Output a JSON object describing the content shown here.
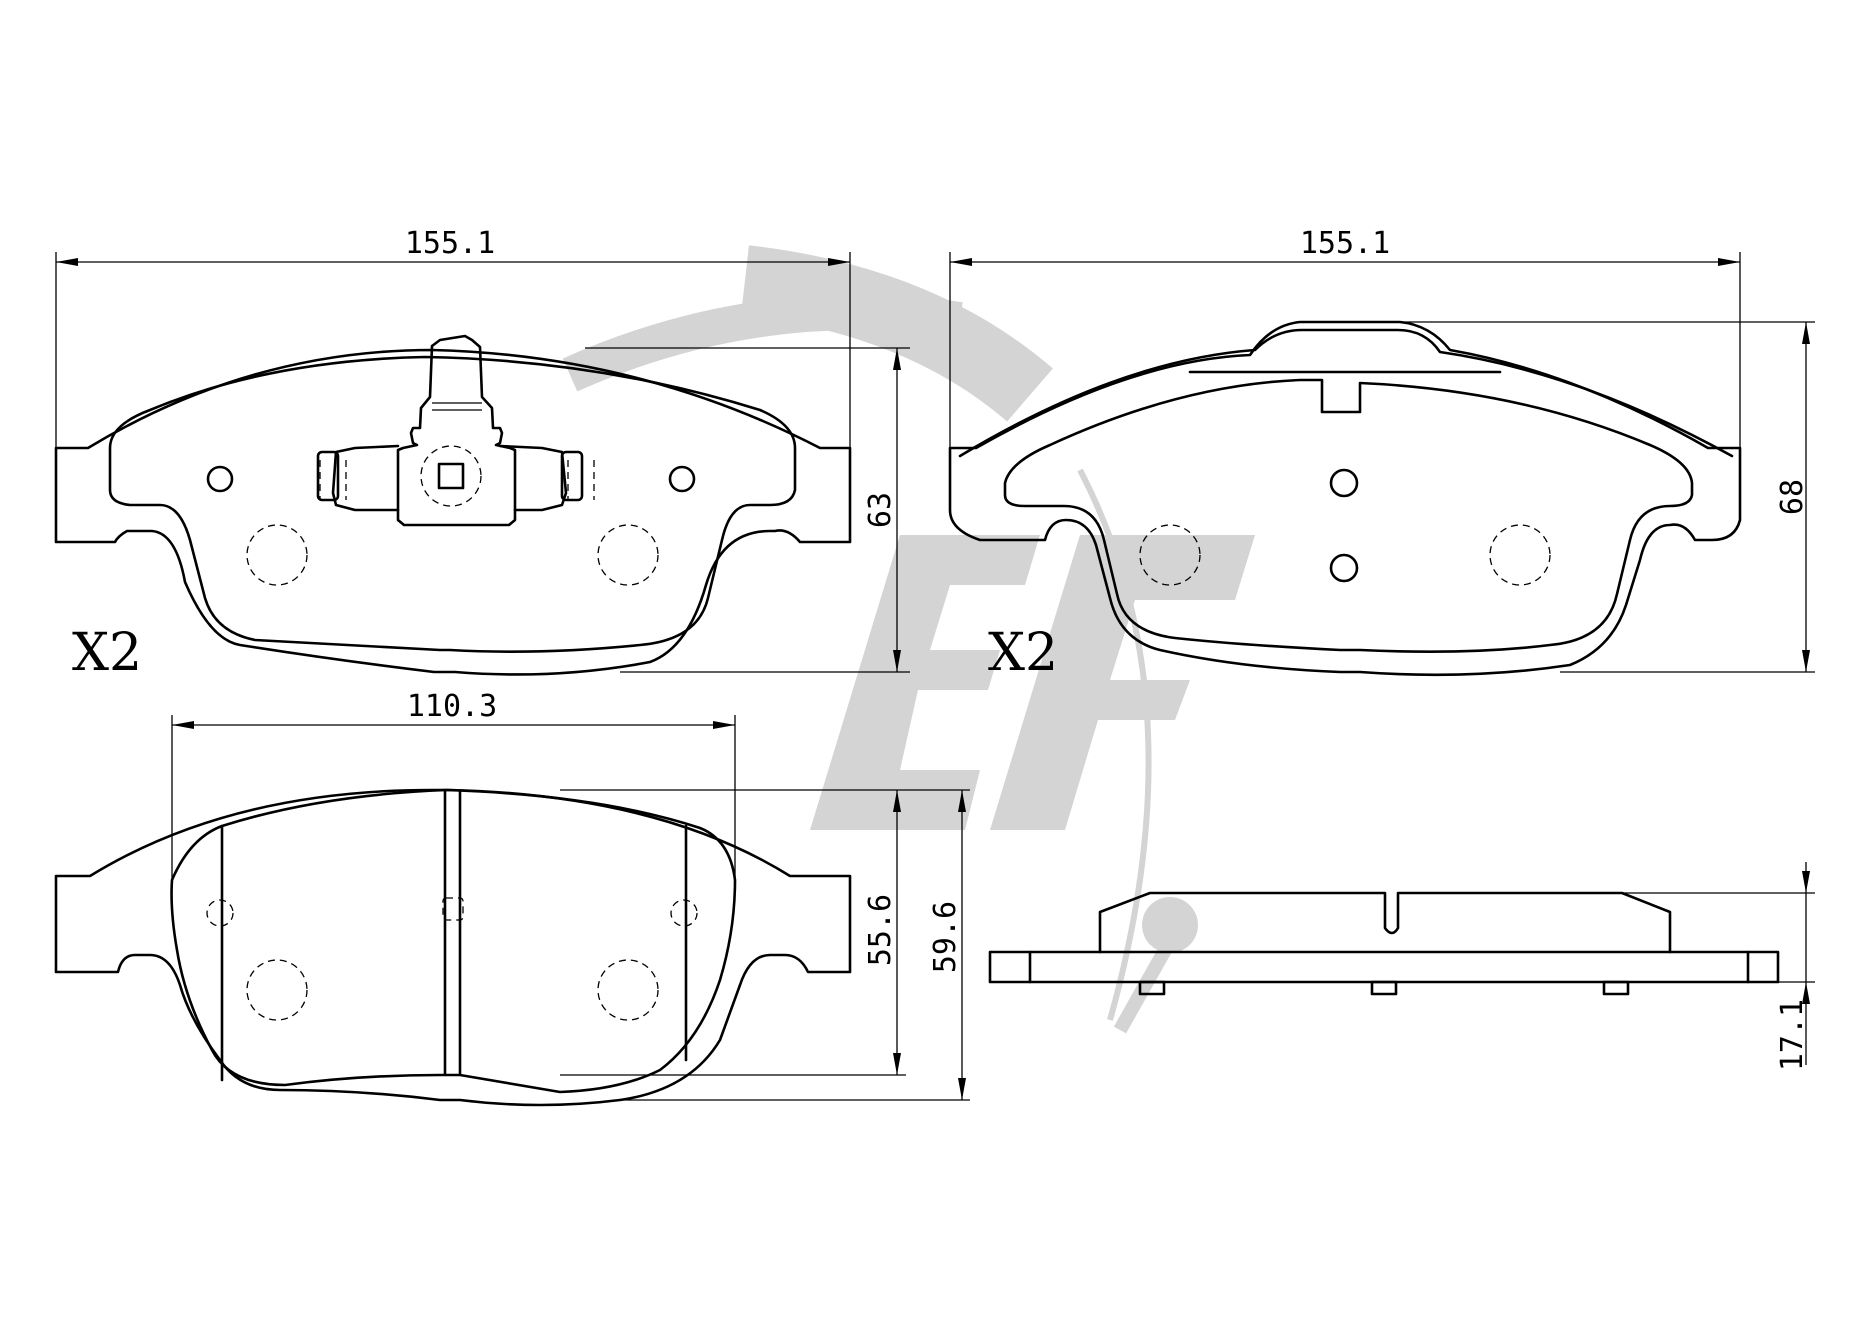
{
  "front_view_1": {
    "width_label": "155.1",
    "height_label": "63",
    "quantity_label": "X2"
  },
  "front_view_2": {
    "width_label": "155.1",
    "height_label": "68",
    "quantity_label": "X2"
  },
  "friction_view": {
    "width_label": "110.3",
    "height_label_inner": "55.6",
    "height_label_outer": "59.6"
  },
  "side_view": {
    "thickness_label": "17.1"
  },
  "watermark": {
    "color": "#d4d4d4"
  }
}
